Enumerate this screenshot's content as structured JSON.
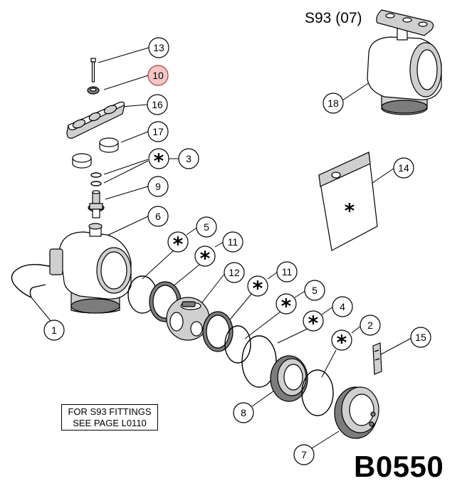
{
  "title": {
    "model": "S93 (07)",
    "code": "B0550"
  },
  "note": {
    "line1": "FOR S93 FITTINGS",
    "line2": "SEE PAGE L0110"
  },
  "highlight_color": "#f2c7c7",
  "callouts": [
    {
      "id": "c13",
      "label": "13"
    },
    {
      "id": "c10",
      "label": "10",
      "highlighted": true
    },
    {
      "id": "c16",
      "label": "16"
    },
    {
      "id": "c17",
      "label": "17"
    },
    {
      "id": "c3",
      "label": "3"
    },
    {
      "id": "c9",
      "label": "9"
    },
    {
      "id": "c6",
      "label": "6"
    },
    {
      "id": "c5a",
      "label": "5"
    },
    {
      "id": "c11a",
      "label": "11"
    },
    {
      "id": "c12",
      "label": "12"
    },
    {
      "id": "c11b",
      "label": "11"
    },
    {
      "id": "c5b",
      "label": "5"
    },
    {
      "id": "c4",
      "label": "4"
    },
    {
      "id": "c2",
      "label": "2"
    },
    {
      "id": "c15",
      "label": "15"
    },
    {
      "id": "c1",
      "label": "1"
    },
    {
      "id": "c8",
      "label": "8"
    },
    {
      "id": "c7",
      "label": "7"
    },
    {
      "id": "c18",
      "label": "18"
    },
    {
      "id": "c14",
      "label": "14"
    }
  ],
  "asterisk": "*"
}
